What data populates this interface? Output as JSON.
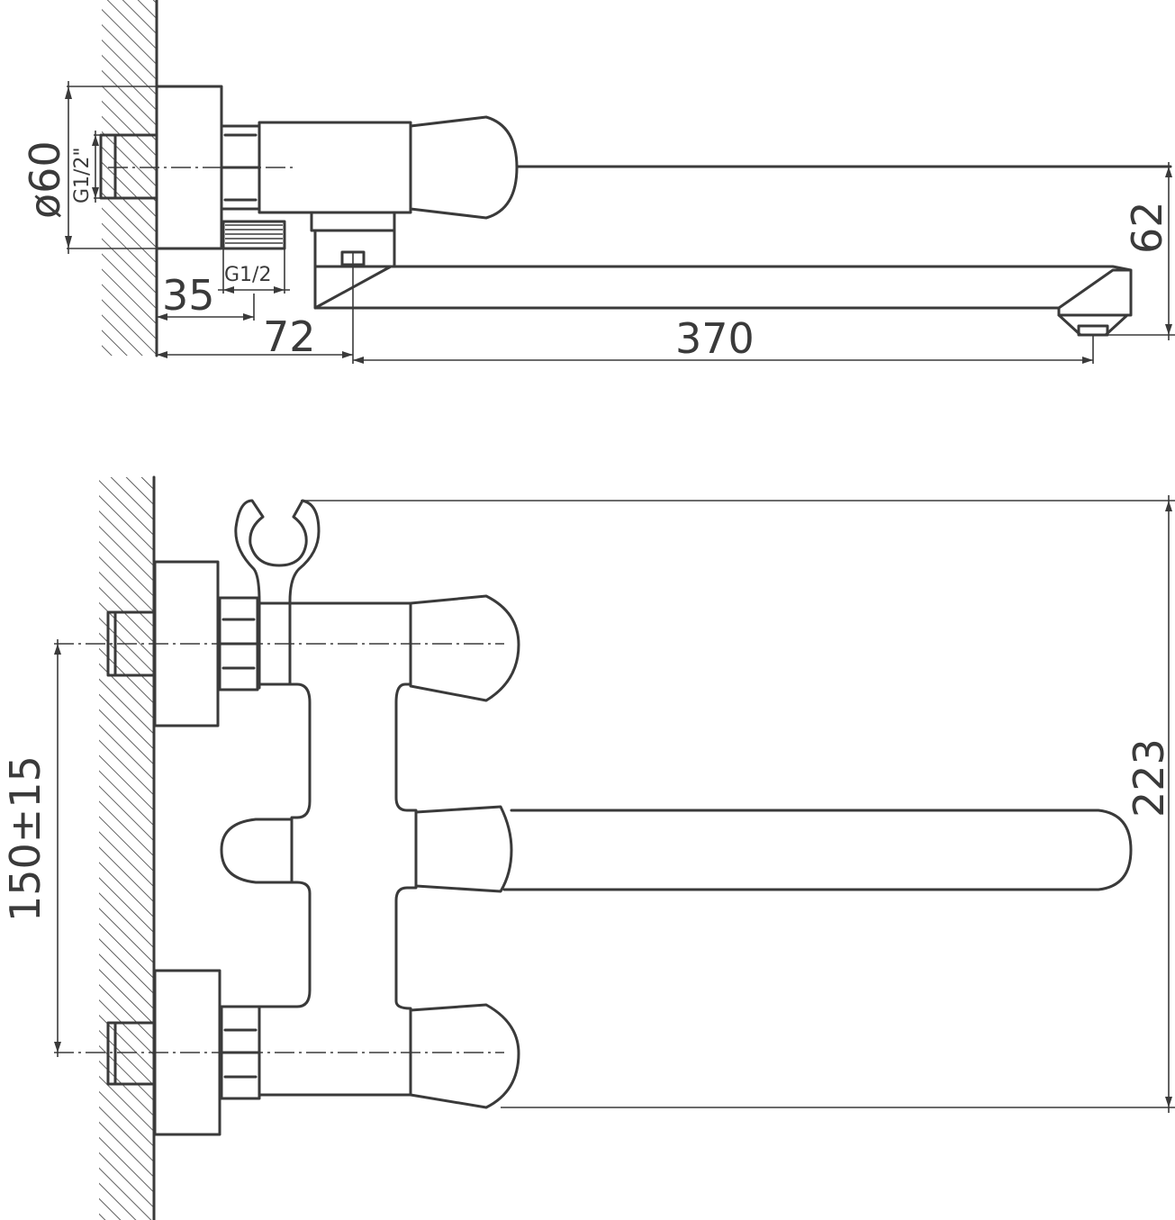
{
  "top_view": {
    "dim_diameter": "ø60",
    "dim_thread_inlet": "G1/2\"",
    "dim_thread_outlet": "G1/2",
    "dim_35": "35",
    "dim_72": "72",
    "dim_370": "370",
    "dim_62": "62"
  },
  "front_view": {
    "dim_150": "150±15",
    "dim_223": "223"
  }
}
